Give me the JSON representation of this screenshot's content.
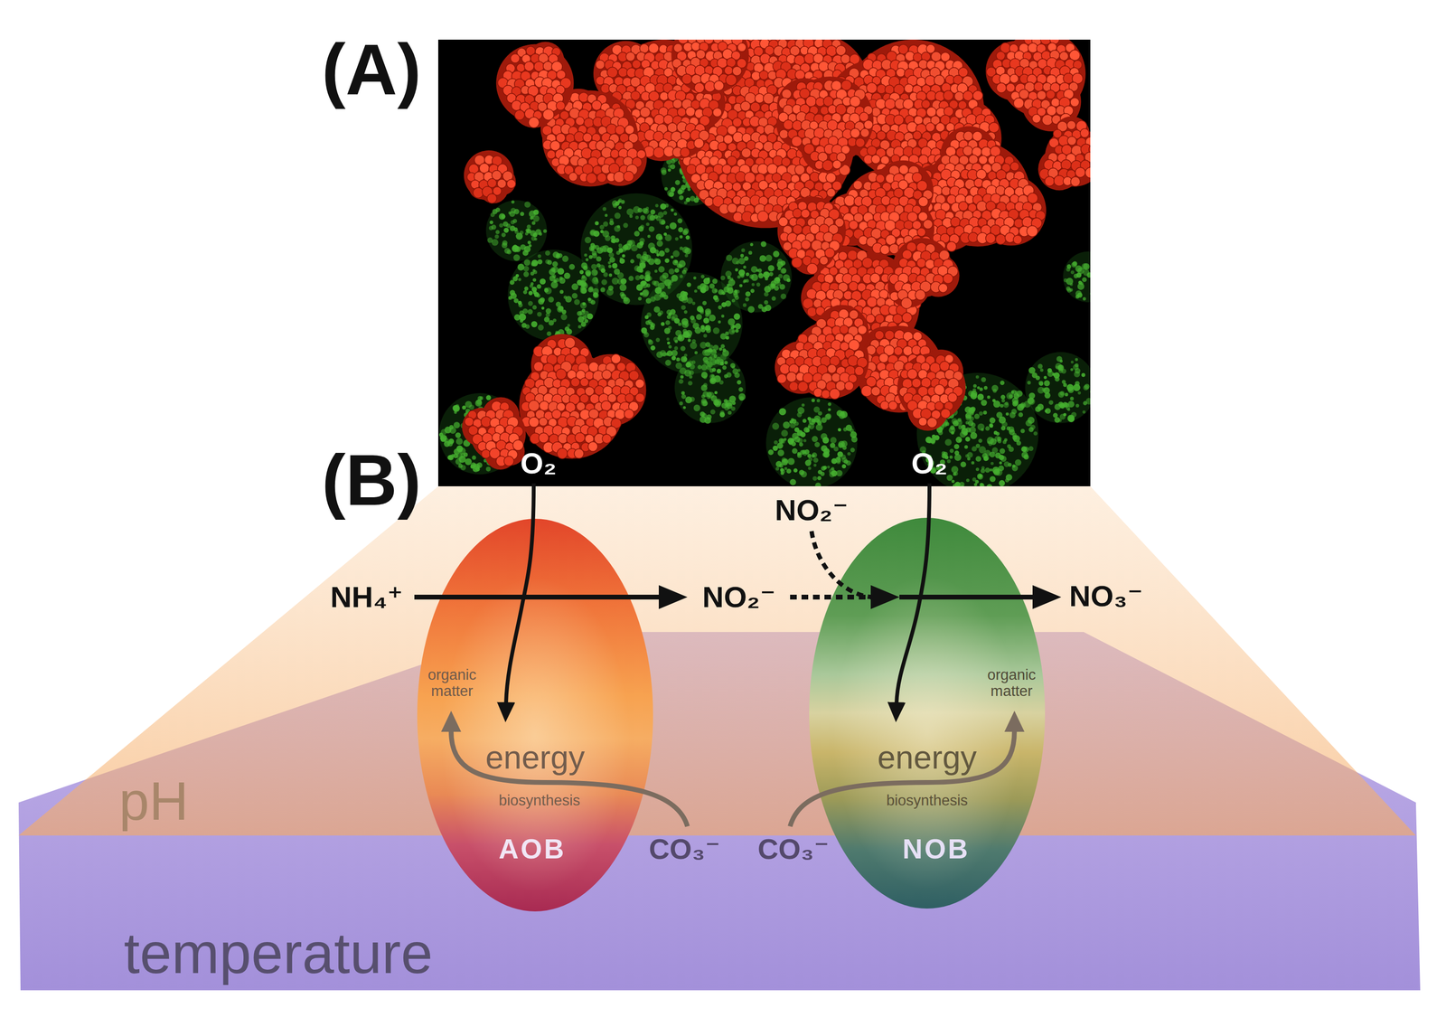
{
  "diagram": {
    "nodes": [
      {
        "text": [
          "pH"
        ]
      },
      {
        "text": [
          "organic matter",
          "energy",
          "biosynthesis",
          "AOB"
        ]
      },
      {
        "text": [
          "energy",
          "organic matter",
          "biosynthesis",
          "NOB"
        ]
      },
      {
        "text": [
          "temperature"
        ]
      }
    ],
    "labels": [
      "(A)",
      "(B)",
      "O₂",
      "O₂",
      "NH₄⁺",
      "NO₂⁻",
      "NO₂⁻",
      "NO₃⁻",
      "CO₃⁻",
      "CO₃⁻"
    ]
  }
}
